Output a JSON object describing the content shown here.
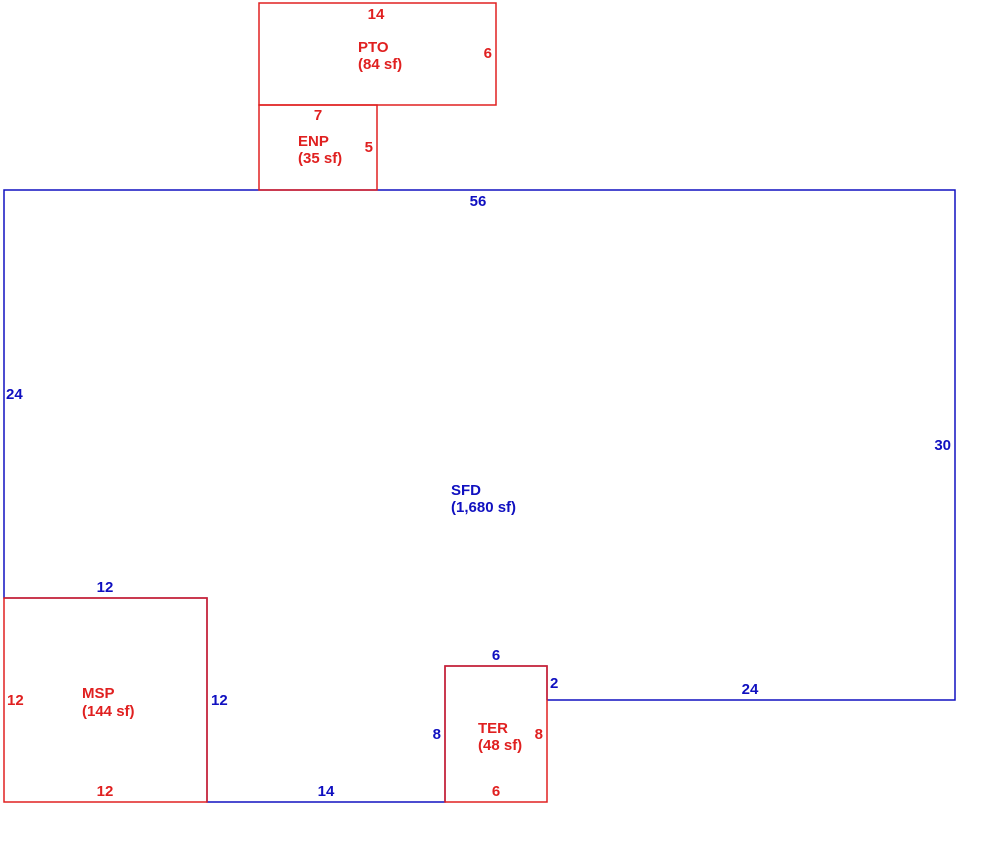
{
  "colors": {
    "main_structure": "#1010c0",
    "additions": "#e02020",
    "background": "#ffffff"
  },
  "areas": {
    "sfd": {
      "code": "SFD",
      "area": "(1,680 sf)"
    },
    "pto": {
      "code": "PTO",
      "area": "(84 sf)"
    },
    "enp": {
      "code": "ENP",
      "area": "(35 sf)"
    },
    "msp": {
      "code": "MSP",
      "area": "(144 sf)"
    },
    "ter": {
      "code": "TER",
      "area": "(48 sf)"
    }
  },
  "dimensions": {
    "sfd_top": "56",
    "sfd_left": "24",
    "sfd_right": "30",
    "sfd_bottom_right": "24",
    "sfd_step": "2",
    "sfd_bottom_middle": "14",
    "sfd_msp_top": "12",
    "sfd_msp_right": "12",
    "sfd_ter_left": "8",
    "sfd_ter_top": "6",
    "pto_top": "14",
    "pto_right": "6",
    "enp_top": "7",
    "enp_right": "5",
    "msp_left": "12",
    "msp_bottom": "12",
    "ter_right": "8",
    "ter_bottom": "6"
  }
}
